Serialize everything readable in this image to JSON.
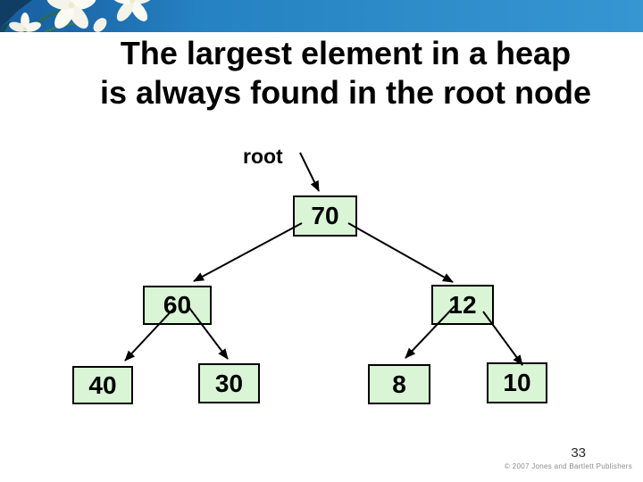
{
  "banner": {
    "decoration": "white-flowers-photo",
    "color_left": "#1e6fb4",
    "color_right": "#3596d2"
  },
  "title": {
    "line1": "The largest element in a heap",
    "line2": "is always found in the root node"
  },
  "diagram": {
    "type": "binary-heap-tree",
    "root_label": "root",
    "node_fill": "#d9f5d5",
    "node_border": "#000000",
    "edge_color": "#000000",
    "nodes": [
      {
        "id": "70",
        "value": "70",
        "level": 0
      },
      {
        "id": "60",
        "value": "60",
        "level": 1
      },
      {
        "id": "12",
        "value": "12",
        "level": 1
      },
      {
        "id": "40",
        "value": "40",
        "level": 2
      },
      {
        "id": "30",
        "value": "30",
        "level": 2
      },
      {
        "id": "8",
        "value": "8",
        "level": 2
      },
      {
        "id": "10",
        "value": "10",
        "level": 2
      }
    ],
    "edges": [
      {
        "from": "root-label",
        "to": "70"
      },
      {
        "from": "70",
        "to": "60"
      },
      {
        "from": "70",
        "to": "12"
      },
      {
        "from": "60",
        "to": "40"
      },
      {
        "from": "60",
        "to": "30"
      },
      {
        "from": "12",
        "to": "8"
      },
      {
        "from": "12",
        "to": "10"
      }
    ]
  },
  "footer": {
    "page_number": "33",
    "copyright": "© 2007 Jones and Bartlett Publishers"
  }
}
